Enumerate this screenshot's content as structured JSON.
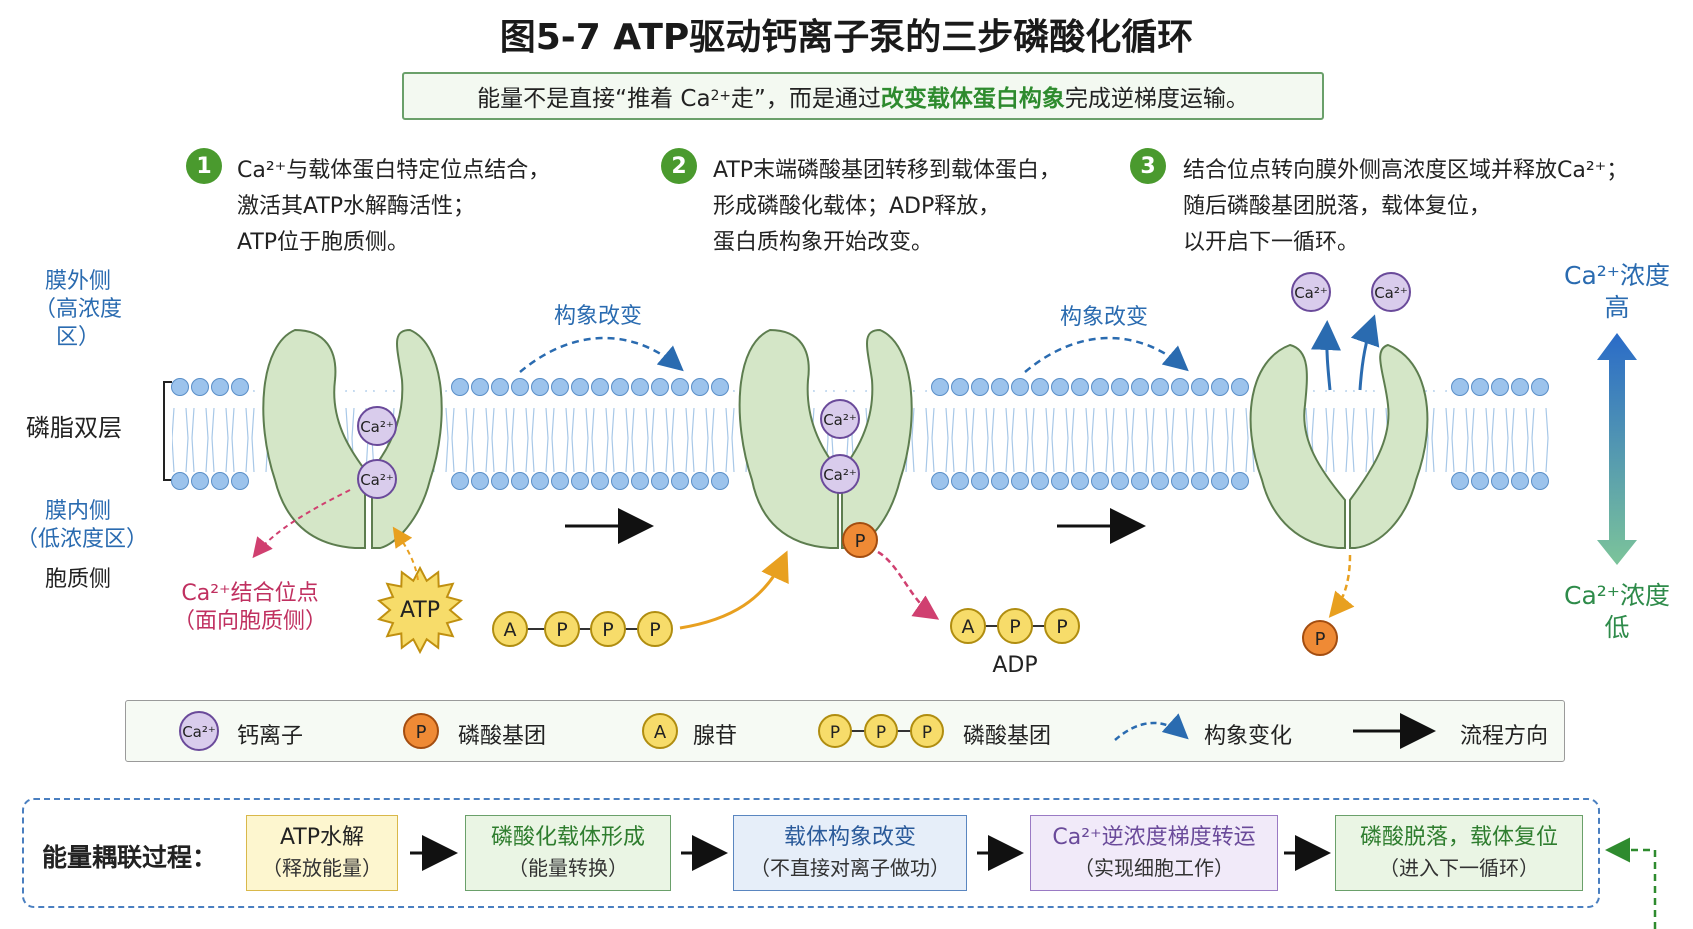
{
  "title": "图5-7  ATP驱动钙离子泵的三步磷酸化循环",
  "banner": {
    "pre": "能量不是直接“推着 Ca",
    "pre_sup": "2+",
    "mid": " 走”，而是通过",
    "highlight": "改变载体蛋白构象",
    "post": "完成逆梯度运输。"
  },
  "steps": [
    {
      "num": "1",
      "lines": [
        "Ca²⁺与载体蛋白特定位点结合，",
        "激活其ATP水解酶活性；",
        "ATP位于胞质侧。"
      ]
    },
    {
      "num": "2",
      "lines": [
        "ATP末端磷酸基团转移到载体蛋白，",
        "形成磷酸化载体；ADP释放，",
        "蛋白质构象开始改变。"
      ]
    },
    {
      "num": "3",
      "lines": [
        "结合位点转向膜外侧高浓度区域并释放Ca²⁺；",
        "随后磷酸基团脱落，载体复位，",
        "以开启下一循环。"
      ]
    }
  ],
  "left_labels": {
    "outer": "膜外侧",
    "outer_sub": "（高浓度区）",
    "bilayer": "磷脂双层",
    "inner": "膜内侧",
    "inner_sub": "（低浓度区）",
    "cytoplasm": "胞质侧"
  },
  "diagram": {
    "conformation_change_1": "构象改变",
    "conformation_change_2": "构象改变",
    "binding_site_line1": "Ca²⁺结合位点",
    "binding_site_line2": "（面向胞质侧）",
    "atp_star": "ATP",
    "adp_label": "ADP",
    "ion_text": "Ca²⁺",
    "p_text": "P",
    "a_text": "A"
  },
  "concentration": {
    "high_line1": "Ca²⁺浓度",
    "high_line2": "高",
    "low_line1": "Ca²⁺浓度",
    "low_line2": "低"
  },
  "legend": {
    "ion": "钙离子",
    "phosphate": "磷酸基团",
    "adenosine": "腺苷",
    "phosphates": "磷酸基团",
    "conformation": "构象变化",
    "flow": "流程方向"
  },
  "energy": {
    "title": "能量耦联过程：",
    "boxes": [
      {
        "t1": "ATP水解",
        "t2": "（释放能量）"
      },
      {
        "t1": "磷酸化载体形成",
        "t2": "（能量转换）"
      },
      {
        "t1": "载体构象改变",
        "t2": "（不直接对离子做功）"
      },
      {
        "t1": "Ca²⁺逆浓度梯度转运",
        "t2": "（实现细胞工作）"
      },
      {
        "t1": "磷酸脱落，载体复位",
        "t2": "（进入下一循环）"
      }
    ]
  },
  "colors": {
    "protein": "#d4e6c7",
    "protein_stroke": "#5d7d4f",
    "lipid_head": "#9cc3ec",
    "ion_fill": "#d9ccec",
    "phosphate_fill": "#ef8a35",
    "yellow_fill": "#f7dc6a",
    "step_green": "#4a9a2e",
    "blue_arrow": "#2a6bb0",
    "pink_arrow": "#d04070",
    "orange_arrow": "#e8a020"
  }
}
